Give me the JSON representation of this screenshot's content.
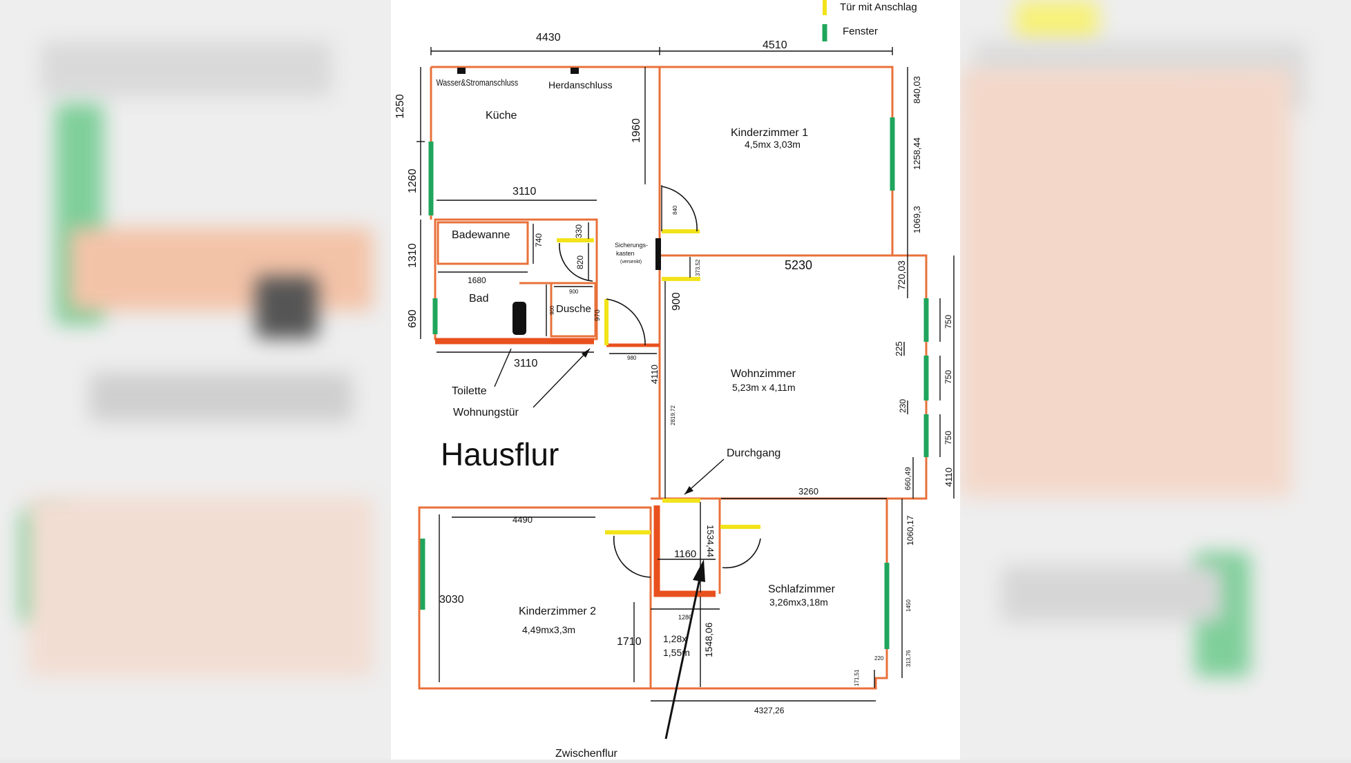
{
  "legend": {
    "door": {
      "label": "Tür mit Anschlag",
      "color": "#f2e31a"
    },
    "window": {
      "label": "Fenster",
      "color": "#1fa65c"
    }
  },
  "colors": {
    "wall": "#e8703a",
    "wall_thick": "#e8501e"
  },
  "rooms": {
    "kueche": {
      "name": "Küche"
    },
    "kinderzimmer1": {
      "name": "Kinderzimmer 1",
      "size": "4,5mx 3,03m"
    },
    "badewanne": {
      "name": "Badewanne"
    },
    "bad": {
      "name": "Bad"
    },
    "dusche": {
      "name": "Dusche"
    },
    "wohnzimmer": {
      "name": "Wohnzimmer",
      "size": "5,23m x 4,11m"
    },
    "kinderzimmer2": {
      "name": "Kinderzimmer 2",
      "size": "4,49mx3,3m"
    },
    "schlafzimmer": {
      "name": "Schlafzimmer",
      "size": "3,26mx3,18m"
    },
    "zwischenflur": {
      "size_line1": "1,28x",
      "size_line2": "1,55m"
    }
  },
  "labels": {
    "wasser": "Wasser&Stromanschluss",
    "herd": "Herdanschluss",
    "sicherung1": "Sicherungs-",
    "sicherung2": "kasten",
    "sicherung3": "(versenkt)",
    "toilette": "Toilette",
    "wohnungstuer": "Wohnungstür",
    "hausflur": "Hausflur",
    "durchgang": "Durchgang",
    "zwischenflur": "Zwischenflur"
  },
  "dims": {
    "top_left": "4430",
    "top_right": "4510",
    "kueche_1250": "1250",
    "kueche_1260": "1260",
    "kueche_1960": "1960",
    "kueche_3110": "3110",
    "kz1_840": "840,03",
    "kz1_1258": "1258,44",
    "kz1_1069": "1069,3",
    "door_840": "840",
    "d_330": "330",
    "d_740": "740",
    "d_820": "820",
    "bad_1310": "1310",
    "bad_690": "690",
    "bad_1680": "1680",
    "bad_3110": "3110",
    "dusche_900a": "900",
    "dusche_900b": "900",
    "dusche_970": "970",
    "d_980": "980",
    "sk_37": "373,52",
    "wz_900": "900",
    "wz_5230": "5230",
    "wz_720": "720,03",
    "wz_750a": "750",
    "wz_225": "225",
    "wz_750b": "750",
    "wz_230": "230",
    "wz_750c": "750",
    "wz_660": "660,49",
    "wz_4110r": "4110",
    "wz_4110l": "4110",
    "wz_2819": "2819,72",
    "sz_3260": "3260",
    "sz_1060": "1060,17",
    "sz_1450": "1450",
    "sz_313": "313,76",
    "sz_220": "220",
    "sz_171": "171,51",
    "sz_4327": "4327,26",
    "zf_1534": "1534,44",
    "zf_1160": "1160",
    "zf_1280": "1280",
    "zf_1548": "1548,06",
    "kz2_4490": "4490",
    "kz2_3030": "3030",
    "kz2_1710": "1710"
  }
}
